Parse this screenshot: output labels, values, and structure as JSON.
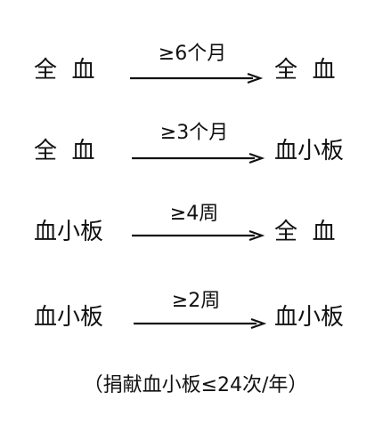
{
  "rows": [
    {
      "from": "全  血",
      "interval": "≥6个月",
      "to": "全  血"
    },
    {
      "from": "全  血",
      "interval": "≥3个月",
      "to": "血小板"
    },
    {
      "from": "血小板",
      "interval": "≥4周",
      "to": "全  血"
    },
    {
      "from": "血小板",
      "interval": "≥2周",
      "to": "血小板"
    }
  ],
  "note": "（捐献血小板≤24次/年）"
}
